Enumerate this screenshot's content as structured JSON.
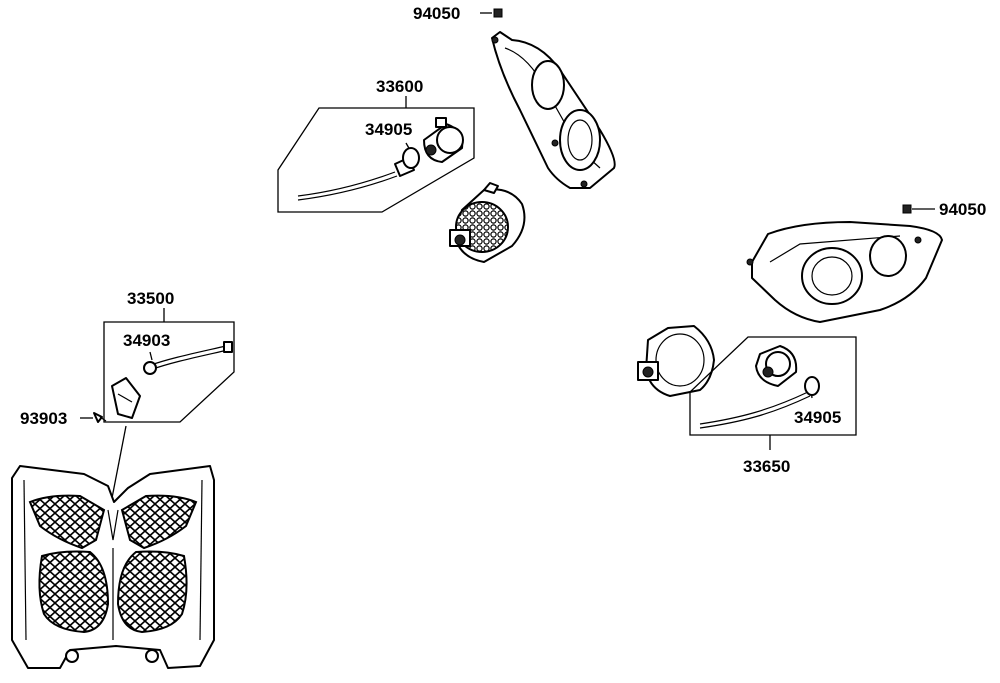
{
  "labels": {
    "p94050_top": "94050",
    "p94050_right": "94050",
    "p33600": "33600",
    "p34905_left": "34905",
    "p34905_right": "34905",
    "p33500": "33500",
    "p34903": "34903",
    "p93903": "93903",
    "p33650": "33650"
  }
}
